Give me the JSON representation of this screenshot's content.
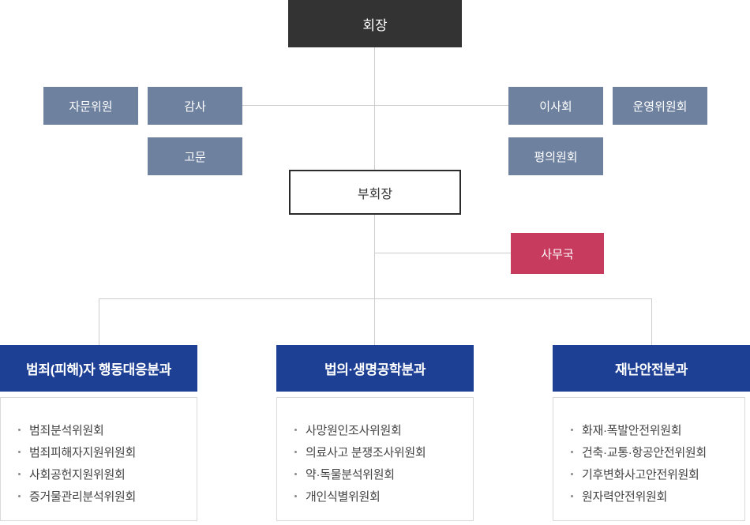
{
  "colors": {
    "chairman_bg": "#333333",
    "committee_bg": "#6e82a0",
    "secretariat_bg": "#c63b5e",
    "division_header_bg": "#1e4094",
    "vice_chairman_border": "#2b2b2b",
    "connector_line": "#cccccc",
    "list_text": "#444444"
  },
  "org": {
    "chairman": "회장",
    "vice_chairman": "부회장",
    "secretariat": "사무국",
    "left_committees": [
      "자문위원",
      "감사",
      "고문"
    ],
    "right_committees": [
      "이사회",
      "운영위원회",
      "평의원회"
    ],
    "divisions": [
      {
        "title": "범죄(피해)자 행동대응분과",
        "items": [
          "범죄분석위원회",
          "범죄피해자지원위원회",
          "사회공헌지원위원회",
          "증거물관리분석위원회"
        ]
      },
      {
        "title": "법의·생명공학분과",
        "items": [
          "사망원인조사위원회",
          "의료사고 분쟁조사위원회",
          "약·독물분석위원회",
          "개인식별위원회"
        ]
      },
      {
        "title": "재난안전분과",
        "items": [
          "화재·폭발안전위원회",
          "건축·교통·항공안전위원회",
          "기후변화사고안전위원회",
          "원자력안전위원회"
        ]
      }
    ]
  }
}
